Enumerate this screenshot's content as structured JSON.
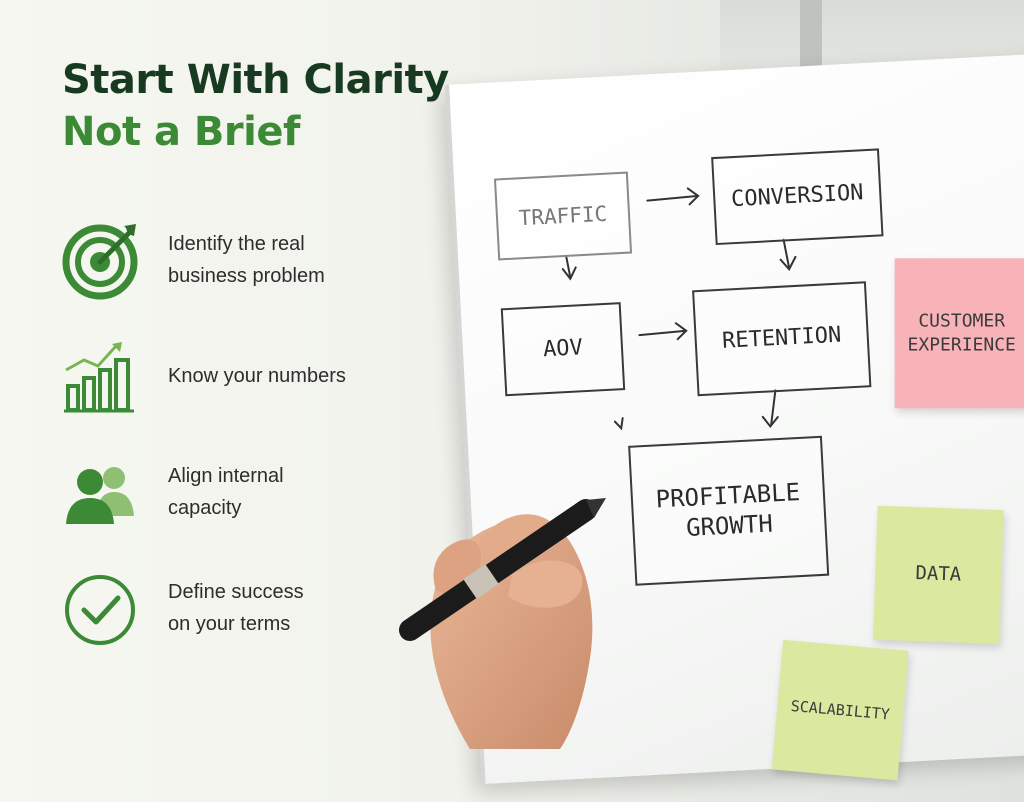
{
  "headline": {
    "line1": "Start With Clarity,",
    "line2": "Not a Brief"
  },
  "features": [
    {
      "icon": "target-icon",
      "text": "Identify the real\nbusiness problem"
    },
    {
      "icon": "bar-chart-icon",
      "text": "Know your numbers"
    },
    {
      "icon": "team-icon",
      "text": "Align internal\ncapacity"
    },
    {
      "icon": "checkmark-icon",
      "text": "Define success\non your terms"
    }
  ],
  "whiteboard": {
    "boxes": {
      "traffic": "TRAFFIC",
      "conversion": "CONVERSION",
      "aov": "AOV",
      "retention": "RETENTION",
      "profitable_growth": "PROFITABLE\nGROWTH"
    },
    "notes": {
      "customer_experience": "CUSTOMER\nEXPERIENCE",
      "data": "DATA",
      "scalability": "SCALABILITY"
    }
  },
  "colors": {
    "dark_green": "#173a21",
    "accent_green": "#3c8a35",
    "pink_note": "#f7b3b8",
    "green_note": "#dbe9a0"
  }
}
